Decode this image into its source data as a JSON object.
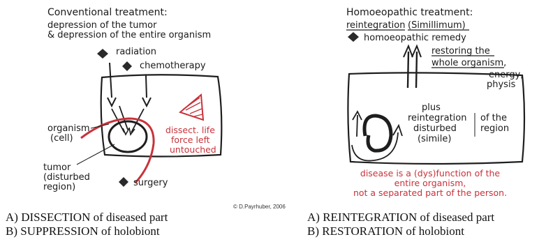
{
  "left_panel": {
    "title": "Conventional treatment:",
    "subtitle_1": "depression of the tumor",
    "subtitle_2": "& depression of the entire organism",
    "radiation": "radiation",
    "chemotherapy": "chemotherapy",
    "organism_1": "organism",
    "organism_2": "(cell)",
    "tumor_1": "tumor",
    "tumor_2": "(disturbed",
    "tumor_3": "region)",
    "surgery": "surgery",
    "dissect_1": "dissect. life",
    "dissect_2": "force left",
    "dissect_3": "untouched"
  },
  "right_panel": {
    "title": "Homoeopathic treatment:",
    "subtitle_a": "reintegration",
    "subtitle_b": "(Simillimum)",
    "remedy": "homoeopathic remedy",
    "restoring_1": "restoring the",
    "restoring_2": "whole organism,",
    "restoring_3": "energy,",
    "restoring_4": "physis",
    "plus_1": "plus",
    "plus_2": "reintegration",
    "plus_3": "disturbed",
    "plus_4": "(simile)",
    "of_the": "of the",
    "region": "region",
    "disease_1": "disease is a (dys)function of the",
    "disease_2": "entire organism,",
    "disease_3": "not a separated part of the person."
  },
  "credit": "© D.Payrhuber, 2006",
  "captions": {
    "left_a": "A) DISSECTION of diseased part",
    "left_b": "B) SUPPRESSION of holobiont",
    "right_a": "A) REINTEGRATION of diseased part",
    "right_b": "B) RESTORATION of holobiont"
  },
  "colors": {
    "ink": "#1a1a1a",
    "accent_red": "#c8323a"
  }
}
